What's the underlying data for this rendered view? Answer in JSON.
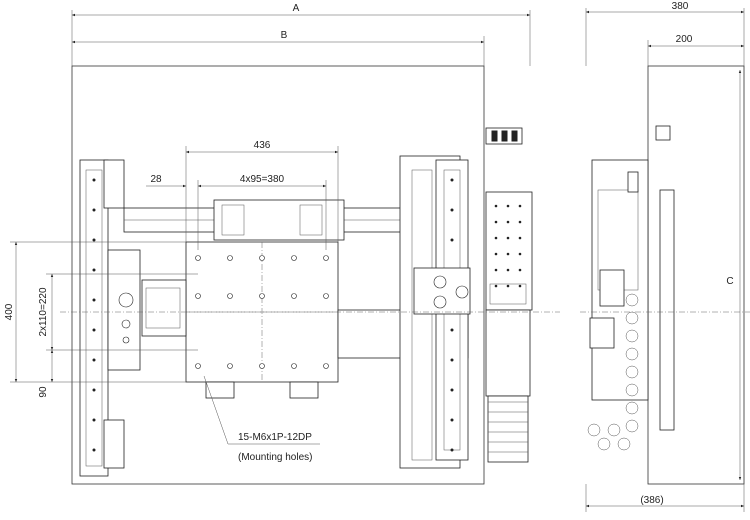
{
  "dimensions": {
    "A": "A",
    "B": "B",
    "C": "C",
    "width_436": "436",
    "pitch_4x95": "4x95=380",
    "offset_28": "28",
    "height_400": "400",
    "pitch_2x110": "2x110=220",
    "offset_90": "90",
    "side_380": "380",
    "side_200": "200",
    "side_386": "(386)"
  },
  "callout": {
    "holes": "15-M6x1P-12DP",
    "note": "(Mounting holes)"
  }
}
